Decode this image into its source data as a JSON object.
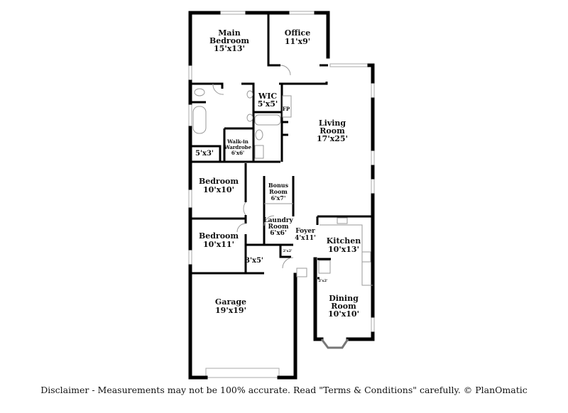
{
  "rooms": {
    "main_bedroom": {
      "name_1": "Main",
      "name_2": "Bedroom",
      "size": "15'x13'"
    },
    "office": {
      "name": "Office",
      "size": "11'x9'"
    },
    "wic": {
      "name": "WIC",
      "size": "5'x5'"
    },
    "fireplace": {
      "name": "FP"
    },
    "living_room": {
      "name_1": "Living",
      "name_2": "Room",
      "size": "17'x25'"
    },
    "walkin_wardrobe": {
      "name_1": "Walk-in",
      "name_2": "Wardrobe",
      "size": "6'x6'"
    },
    "closet_5x3": {
      "size": "5'x3'"
    },
    "bedroom_1": {
      "name": "Bedroom",
      "size": "10'x10'"
    },
    "bonus_room": {
      "name_1": "Bonus",
      "name_2": "Room",
      "size": "6'x7'"
    },
    "laundry_room": {
      "name_1": "Laundry",
      "name_2": "Room",
      "size": "6'x6'"
    },
    "foyer": {
      "name": "Foyer",
      "size": "4'x11'"
    },
    "kitchen": {
      "name": "Kitchen",
      "size": "10'x13'"
    },
    "bedroom_2": {
      "name": "Bedroom",
      "size": "10'x11'"
    },
    "closet_3x5": {
      "size": "3'x5'"
    },
    "closet_2x2_a": {
      "size": "2'x2'"
    },
    "closet_2x2_b": {
      "size": "2'x2'"
    },
    "garage": {
      "name": "Garage",
      "size": "19'x19'"
    },
    "dining_room": {
      "name_1": "Dining",
      "name_2": "Room",
      "size": "10'x10'"
    }
  },
  "disclaimer": "Disclaimer - Measurements may not be 100% accurate. Read \"Terms & Conditions\" carefully. © PlanOmatic"
}
